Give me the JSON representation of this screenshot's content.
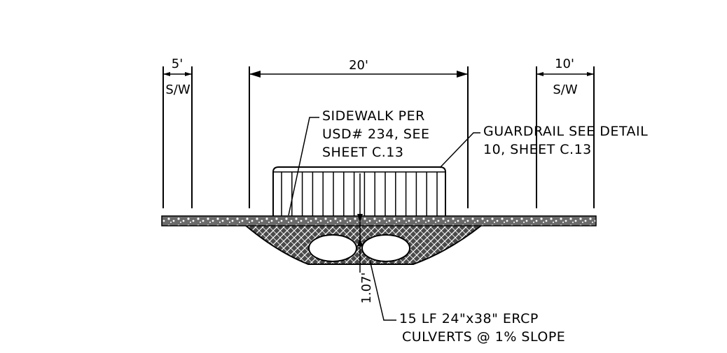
{
  "dimensions": {
    "left_width": "5'",
    "left_label": "S/W",
    "center_width": "20'",
    "right_width": "10'",
    "right_label": "S/W",
    "depth": "1.07'"
  },
  "callouts": {
    "sidewalk": [
      "SIDEWALK PER",
      "USD# 234, SEE",
      "SHEET C.13"
    ],
    "guardrail": [
      "GUARDRAIL SEE DETAIL",
      "10, SHEET C.13"
    ],
    "culverts": [
      "15 LF 24\"x38\" ERCP",
      "CULVERTS @ 1% SLOPE"
    ]
  },
  "colors": {
    "ink": "#000000",
    "paper": "#ffffff",
    "fill_gray": "#6a6a6a"
  }
}
